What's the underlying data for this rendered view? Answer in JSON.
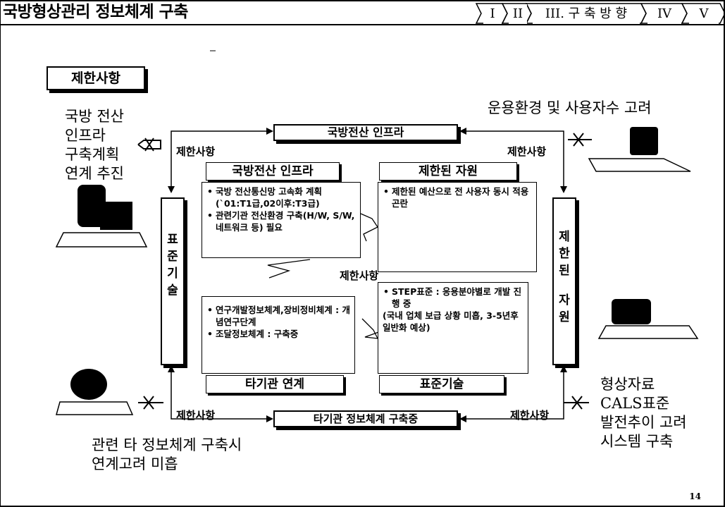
{
  "header": {
    "title": "국방형상관리 정보체계 구축",
    "tabs": [
      "I",
      "II",
      "III. 구 축 방 향",
      "IV",
      "V"
    ]
  },
  "section_title": "제한사항",
  "top_box": "국방전산 인프라",
  "bottom_box": "타기관 정보체계 구축중",
  "left_vertical": [
    "표",
    "준",
    "기",
    "술"
  ],
  "right_vertical": [
    "제",
    "한",
    "된",
    "자",
    "원"
  ],
  "restriction_labels": {
    "top_left": "제한사항",
    "top_right": "제한사항",
    "center": "제한사항",
    "bottom_left": "제한사항",
    "bottom_right": "제한사항"
  },
  "panels": {
    "infra": {
      "title": "국방전산 인프라",
      "items": [
        "국방 전산통신망 고속화 계획(`01:T1급,02이후:T3급)",
        "관련기관 전산환경 구축(H/W, S/W, 네트워크 등) 필요"
      ]
    },
    "resources": {
      "title": "제한된 자원",
      "items": [
        "제한된 예산으로 전 사용자 동시 적용 곤란"
      ]
    },
    "other_agency": {
      "title": "타기관 연계",
      "items": [
        "연구개발정보체계,장비정비체계 : 개념연구단계",
        "조달정보체계 : 구축중"
      ]
    },
    "standard": {
      "title": "표준기술",
      "items": [
        "STEP표준 : 응용분야별로 개발 진행 중",
        "(국내 업체 보급 상황 미흡, 3-5년후 일반화 예상)"
      ]
    }
  },
  "corner_texts": {
    "top_left": [
      "국방 전산",
      "인프라",
      "구축계획",
      "연계 추진"
    ],
    "top_right": [
      "운용환경 및 사용자수 고려"
    ],
    "bottom_left": [
      "관련 타 정보체계 구축시",
      "연계고려 미흡"
    ],
    "bottom_right": [
      "형상자료",
      "CALS표준",
      "발전추이 고려",
      "시스템 구축"
    ]
  },
  "page_number": "14"
}
